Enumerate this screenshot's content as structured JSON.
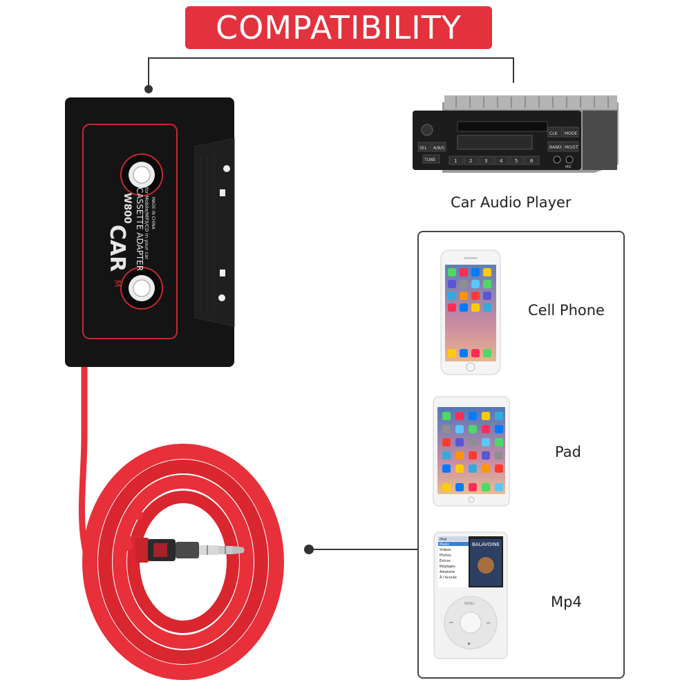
{
  "banner": {
    "title": "COMPATIBILITY"
  },
  "cassette": {
    "brand_prefix": "M",
    "brand": "CAR",
    "model": "W800",
    "line1": "CASSETTE ADAPTER",
    "line2": "for Mobile/MP3/CD in your car",
    "line3": "MADE IN CHINA"
  },
  "radio": {
    "label": "Car Audio Player",
    "buttons": [
      "CLK",
      "MODE",
      "BAND",
      "MO/ST",
      "SEL",
      "A/B/S",
      "TUNE"
    ],
    "presets": [
      "1",
      "2",
      "3",
      "4",
      "5",
      "6"
    ],
    "aux_label": "MIC"
  },
  "devices": [
    {
      "name": "Cell Phone"
    },
    {
      "name": "Pad"
    },
    {
      "name": "Mp4"
    }
  ],
  "ipod": {
    "menu_title": "iPod",
    "menu_items": [
      "Music",
      "Videos",
      "Photos",
      "Extras",
      "Réglages",
      "Aléatoire",
      "À l'écoute"
    ],
    "album_title": "BALAVOINE",
    "wheel_label": "MENU"
  },
  "colors": {
    "accent": "#e3323d",
    "cable": "#e8303a",
    "cassette_body": "#141414",
    "connector_line": "#333333"
  }
}
